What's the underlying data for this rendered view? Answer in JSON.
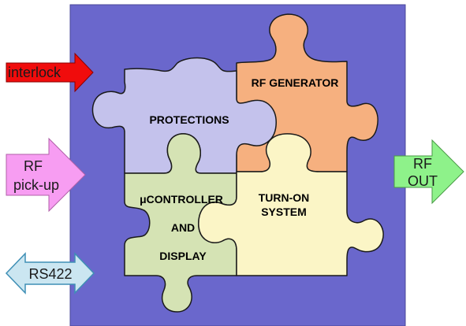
{
  "colors": {
    "panel": "#6a67cc",
    "protections": "#c4c2ec",
    "rf_generator": "#f6b07f",
    "ucontroller": "#d5e3b4",
    "turn_on": "#fbf5c6",
    "interlock_arrow": "#f00c0c",
    "rf_pickup_arrow": "#f79df2",
    "rf_out_arrow": "#8ef28a",
    "rs422_arrow": "#cbe6f1",
    "rs422_stroke": "#3f8fb5"
  },
  "pieces": {
    "protections": {
      "label": "PROTECTIONS"
    },
    "rf_generator": {
      "label": "RF GENERATOR"
    },
    "ucontroller": {
      "label_line1": "μCONTROLLER",
      "label_line2": "AND",
      "label_line3": "DISPLAY"
    },
    "turn_on": {
      "label_line1": "TURN-ON",
      "label_line2": "SYSTEM"
    }
  },
  "arrows": {
    "interlock": {
      "label": "interlock"
    },
    "rf_pickup": {
      "label_line1": "RF",
      "label_line2": "pick-up"
    },
    "rf_out": {
      "label_line1": "RF",
      "label_line2": "OUT"
    },
    "rs422": {
      "label": "RS422"
    }
  }
}
